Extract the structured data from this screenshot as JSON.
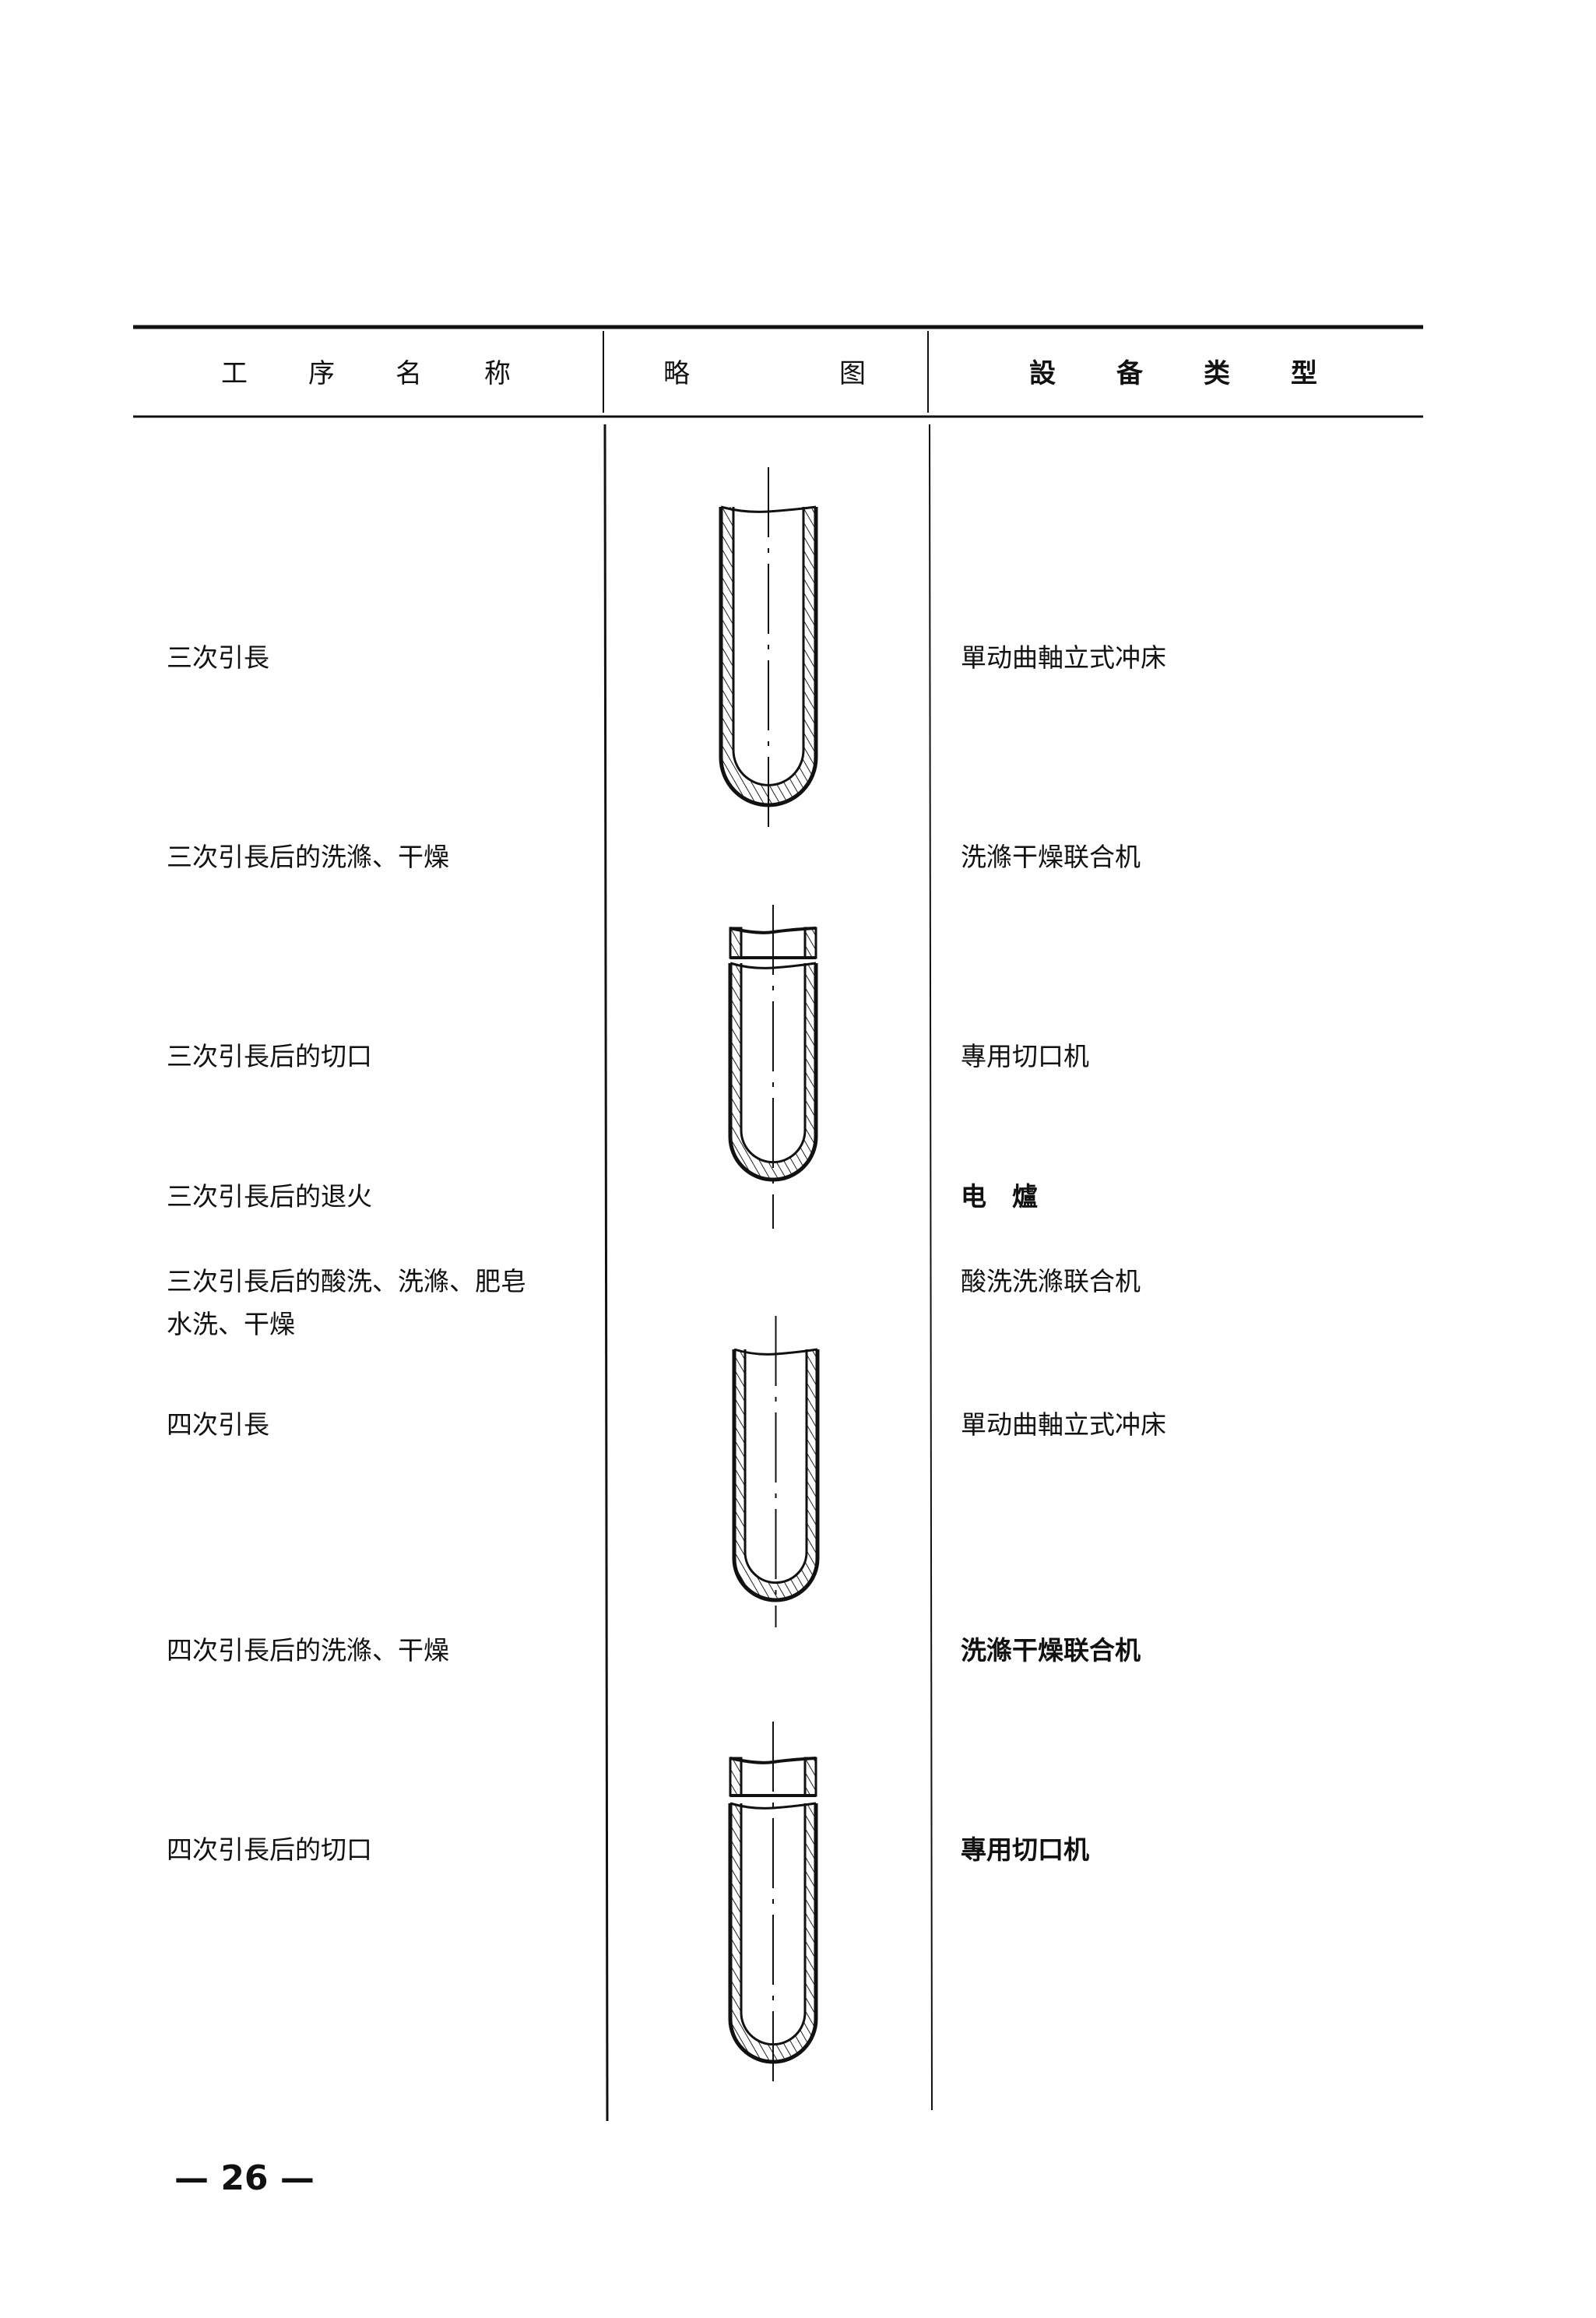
{
  "header": {
    "col1": [
      "工",
      "序",
      "名",
      "称"
    ],
    "col2": [
      "略",
      "图"
    ],
    "col3": [
      "設",
      "备",
      "类",
      "型"
    ]
  },
  "rows": [
    {
      "process": "三次引長",
      "equipment": "單动曲軸立式冲床"
    },
    {
      "process": "三次引長后的洗滌、干燥",
      "equipment": "洗滌干燥联合机"
    },
    {
      "process": "三次引長后的切口",
      "equipment": "專用切口机"
    },
    {
      "process": "三次引長后的退火",
      "equipment": "电　爐"
    },
    {
      "process": "三次引長后的酸洗、洗滌、肥皂",
      "process_line2": "水洗、干燥",
      "equipment": "酸洗洗滌联合机"
    },
    {
      "process": "四次引長",
      "equipment": "單动曲軸立式冲床"
    },
    {
      "process": "四次引長后的洗滌、干燥",
      "equipment": "洗滌干燥联合机"
    },
    {
      "process": "四次引長后的切口",
      "equipment": "專用切口机"
    }
  ],
  "page_number": "— 26 —"
}
